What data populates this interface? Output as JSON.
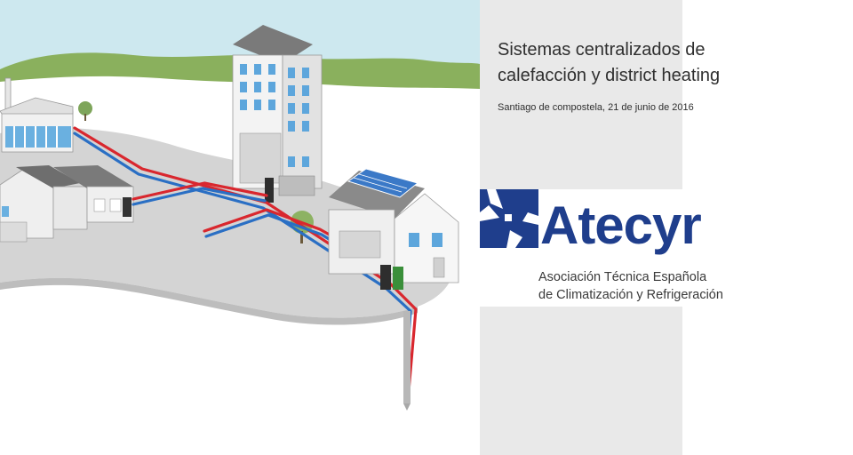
{
  "title_line1": "Sistemas centralizados de",
  "title_line2": "calefacción y district heating",
  "subtitle": "Santiago de compostela, 21 de junio de 2016",
  "logo": {
    "word": "Atecyr"
  },
  "org_line1": "Asociación Técnica Española",
  "org_line2": "de Climatización y Refrigeración",
  "colors": {
    "sky": "#cde8ef",
    "hills": "#8ab05d",
    "ground": "#d4d4d4",
    "supply_pipe": "#d9272e",
    "return_pipe": "#2a6fc4",
    "brand_blue": "#1f3e8c",
    "panel_bg": "#e9e9e9"
  }
}
